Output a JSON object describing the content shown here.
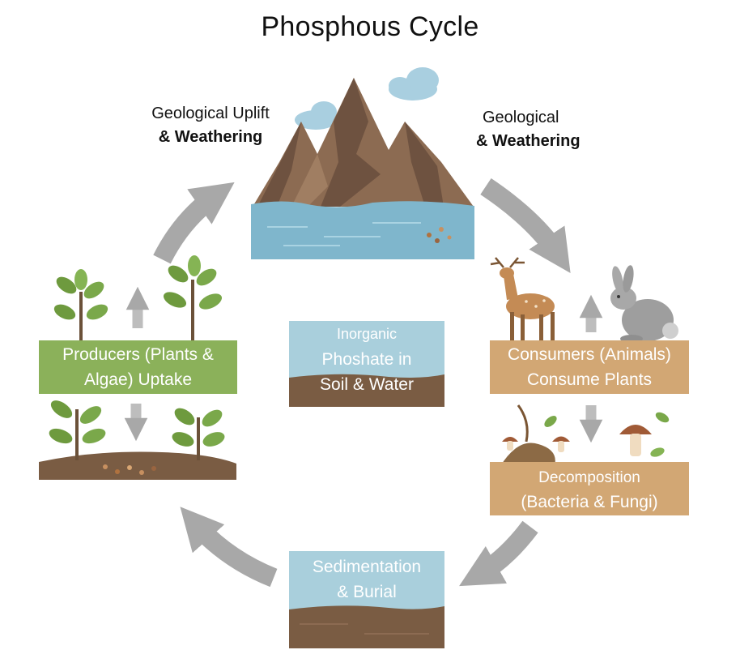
{
  "title": "Phosphous Cycle",
  "annotations": {
    "uplift_line1": "Geological Uplift",
    "uplift_line2": "& Weathering",
    "weathering_line1": "Geological",
    "weathering_line2": "& Weathering"
  },
  "stages": {
    "producers": {
      "line1": "Producers (Plants &",
      "line2": "Algae) Uptake",
      "color": "#8bb15a"
    },
    "inorganic": {
      "line1": "Inorganic",
      "line2": "Phoshate in",
      "line3": "Soil & Water",
      "color": "#a9cfdc"
    },
    "consumers": {
      "line1": "Consumers (Animals)",
      "line2": "Consume Plants",
      "color": "#d2a774"
    },
    "decomposition": {
      "line1": "Decomposition",
      "line2": "(Bacteria & Fungi)",
      "color": "#d2a774"
    },
    "sedimentation": {
      "line1": "Sedimentation",
      "line2": "& Burial",
      "color": "#a9cfdc"
    }
  },
  "icons": [
    "mountain-icon",
    "cloud-icon",
    "water-icon",
    "plant-icon",
    "deer-icon",
    "rabbit-icon",
    "mushroom-icon",
    "leaf-icon",
    "arrow-icon"
  ],
  "colors": {
    "arrow": "#a8a8a8",
    "soil": "#7a5c43",
    "mountain": "#8c6b52",
    "water": "#7fb6cc"
  }
}
